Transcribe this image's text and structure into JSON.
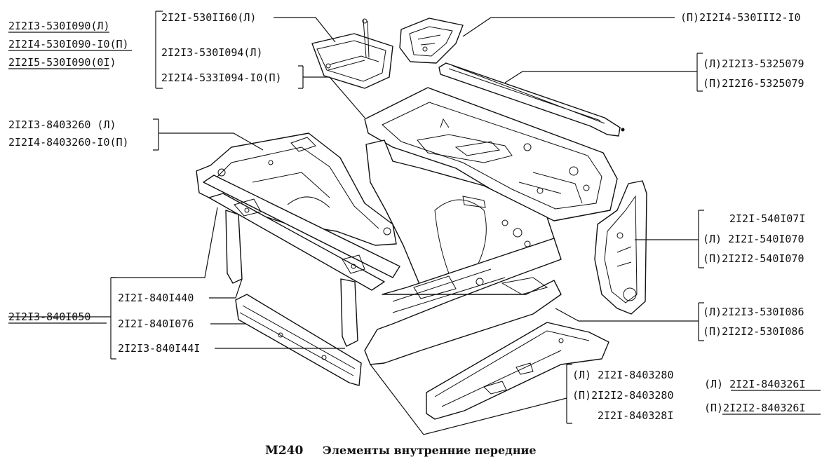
{
  "caption": {
    "code": "M240",
    "title": "Элементы внутренние передние"
  },
  "labels": {
    "l01": "2I2I3-530I090(Л)",
    "l02": "2I2I4-530I090-I0(П)",
    "l03": "2I2I5-530I090(0I)",
    "l04": "2I2I-530II60(Л)",
    "l05": "2I2I3-530I094(Л)",
    "l06": "2I2I4-533I094-I0(П)",
    "l07": "(П)2I2I4-530III2-I0",
    "l08": "(Л)2I2I3-5325079",
    "l09": "(П)2I2I6-5325079",
    "l10": "2I2I3-8403260    (Л)",
    "l11": "2I2I4-8403260-I0(П)",
    "l12": "2I2I-540I07I",
    "l13": "(Л) 2I2I-540I070",
    "l14": "(П)2I2I2-540I070",
    "l15": "2I2I-840I440",
    "l16": "2I2I3-840I050",
    "l17": "2I2I-840I076",
    "l18": "2I2I3-840I44I",
    "l19": "(Л)2I2I3-530I086",
    "l20": "(П)2I2I2-530I086",
    "l21": "(Л) 2I2I-8403280",
    "l22": "(П)2I2I2-8403280",
    "l23": "2I2I-840328I",
    "l24": "(Л) 2I2I-840326I",
    "l25": "(П)2I2I2-840326I"
  }
}
